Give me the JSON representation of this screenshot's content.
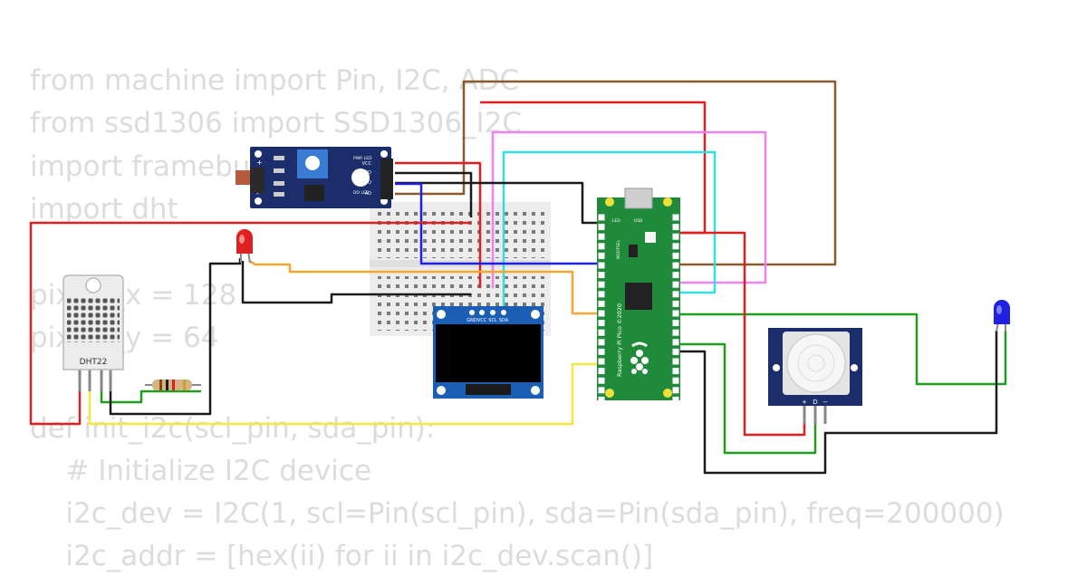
{
  "code_lines": [
    "from machine import Pin, I2C, ADC",
    "from ssd1306 import SSD1306_I2C",
    "import framebuf",
    "import dht",
    "",
    "pixels_x = 128",
    "pixels_y = 64",
    "",
    "",
    "def init_i2c(scl_pin, sda_pin):",
    "    # Initialize I2C device",
    "    i2c_dev = I2C(1, scl=Pin(scl_pin), sda=Pin(sda_pin), freq=200000)",
    "    i2c_addr = [hex(ii) for ii in i2c_dev.scan()]"
  ],
  "ldr_module": {
    "pin_labels": [
      "VCC",
      "GND",
      "DO",
      "AO"
    ],
    "led_labels": [
      "PWR LED",
      "DO LED"
    ],
    "side_marks": [
      "+",
      "-"
    ]
  },
  "dht22": {
    "label": "DHT22"
  },
  "oled": {
    "pin_labels": [
      "GND",
      "VCC",
      "SCL",
      "SDA"
    ]
  },
  "pico": {
    "label": "Raspberry Pi Pico ©2020",
    "led_label": "LED",
    "usb_label": "USB",
    "bootsel_label": "BOOTSEL"
  },
  "pir": {
    "pin_labels": [
      "+",
      "D",
      "−"
    ]
  },
  "colors": {
    "red": "#e02020",
    "black": "#1a1a1a",
    "brown": "#8b5a2b",
    "pink": "#ee82ee",
    "cyan": "#33e0e0",
    "blue": "#2020e0",
    "orange": "#f0a830",
    "yellow": "#f5e640",
    "green": "#1f9e1f",
    "pico_green": "#1e8a3a",
    "board_blue": "#1b2d6b"
  }
}
